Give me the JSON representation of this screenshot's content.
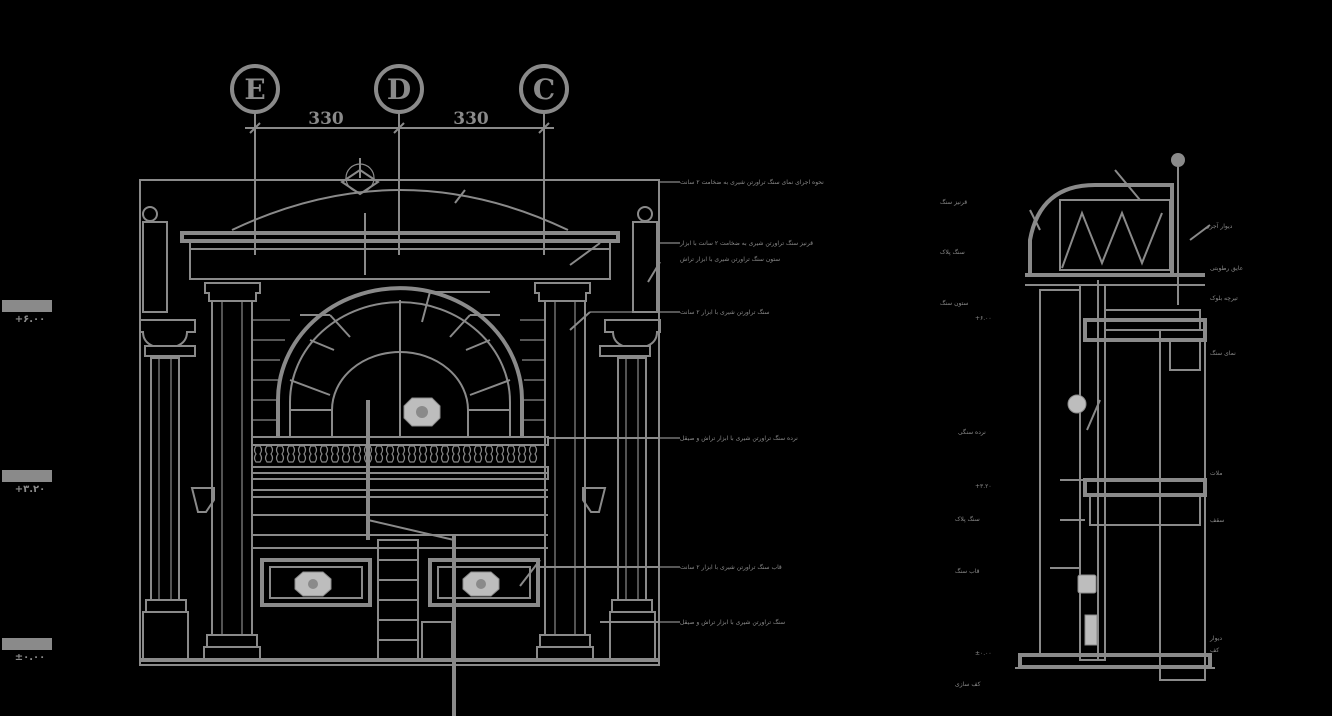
{
  "grid_axes": [
    "E",
    "D",
    "C"
  ],
  "dimensions": [
    "330",
    "330"
  ],
  "elevation_notes": [
    "نحوه اجرای نمای سنگ تراورتن شیری به ضخامت ۲ سانت",
    "قرنیز سنگ تراورتن شیری به ضخامت ۲ سانت با ابزار",
    "ستون سنگ تراورتن شیری با ابزار تراش",
    "سنگ تراورتن شیری با ابزار ۲ سانت",
    "نرده سنگ تراورتن شیری با ابزار تراش و صیقل",
    "قاب سنگ تراورتن شیری با ابزار ۲ سانت",
    "سنگ تراورتن شیری با ابزار تراش و صیقل"
  ],
  "level_labels": [
    "+۶.۰۰",
    "+۳.۲۰",
    "±۰.۰۰"
  ],
  "section_notes_left": [
    "قرنیز سنگ",
    "سنگ پلاک",
    "ستون سنگ",
    "نرده سنگی",
    "سنگ پلاک",
    "قاب سنگ",
    "کف سازی"
  ],
  "section_notes_right": [
    "دیوار آجری",
    "عایق رطوبتی",
    "تیرچه بلوک",
    "نمای سنگ",
    "ملات",
    "سقف",
    "دیوار",
    "کف"
  ],
  "section_levels": [
    "+۶.۰۰",
    "+۳.۲۰",
    "±۰.۰۰"
  ]
}
